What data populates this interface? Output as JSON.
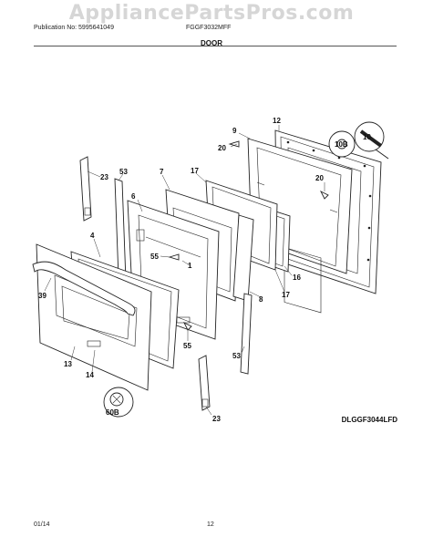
{
  "watermark": "AppliancePartsPros.com",
  "header": {
    "publication": "Publication No: 5995641049",
    "model": "FGGF3032MFF"
  },
  "section_title": "DOOR",
  "callouts": {
    "c9": "9",
    "c12": "12",
    "c10B": "10B",
    "c10": "10",
    "c20a": "20",
    "c20b": "20",
    "c23a": "23",
    "c53a": "53",
    "c7": "7",
    "c17a": "17",
    "c6": "6",
    "c4": "4",
    "c55a": "55",
    "c1": "1",
    "c16": "16",
    "c8": "8",
    "c17b": "17",
    "c39": "39",
    "c55b": "55",
    "c53b": "53",
    "c13": "13",
    "c14": "14",
    "c60B": "60B",
    "c23b": "23"
  },
  "diagram_code": "DLGGF3044LFD",
  "footer": {
    "date": "01/14",
    "page": "12"
  }
}
